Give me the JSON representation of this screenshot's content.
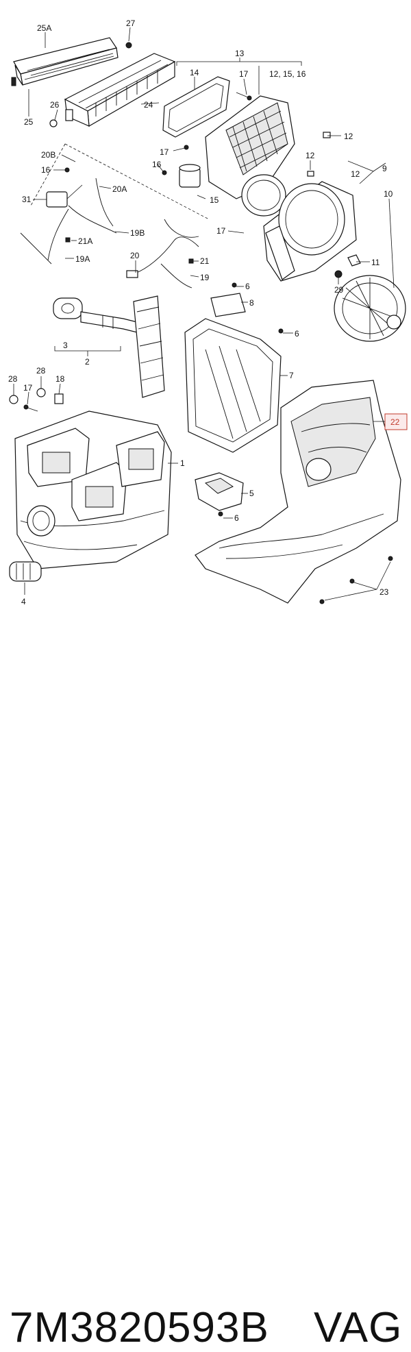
{
  "diagram": {
    "labels": {
      "l25A": "25A",
      "l27": "27",
      "l13": "13",
      "l14": "14",
      "l17a": "17",
      "l121516": "12, 15, 16",
      "l24": "24",
      "l25": "25",
      "l26": "26",
      "l12a": "12",
      "l12b": "12",
      "l17b": "17",
      "l20B": "20B",
      "l16a": "16",
      "l16b": "16",
      "l15": "15",
      "l20A": "20A",
      "l9": "9",
      "l12c": "12",
      "l10": "10",
      "l31": "31",
      "l19B": "19B",
      "l17c": "17",
      "l21A": "21A",
      "l19A": "19A",
      "l11": "11",
      "l20": "20",
      "l21": "21",
      "l19": "19",
      "l29": "29",
      "l6a": "6",
      "l8": "8",
      "l3": "3",
      "l2": "2",
      "l6b": "6",
      "l7": "7",
      "l28a": "28",
      "l28b": "28",
      "l18": "18",
      "l17d": "17",
      "l22": "22",
      "l1": "1",
      "l5": "5",
      "l6c": "6",
      "l4": "4",
      "l23": "23"
    },
    "highlight_color": "#c0392b"
  },
  "caption": {
    "part_number": "7M3820593B",
    "brand": "VAG"
  }
}
